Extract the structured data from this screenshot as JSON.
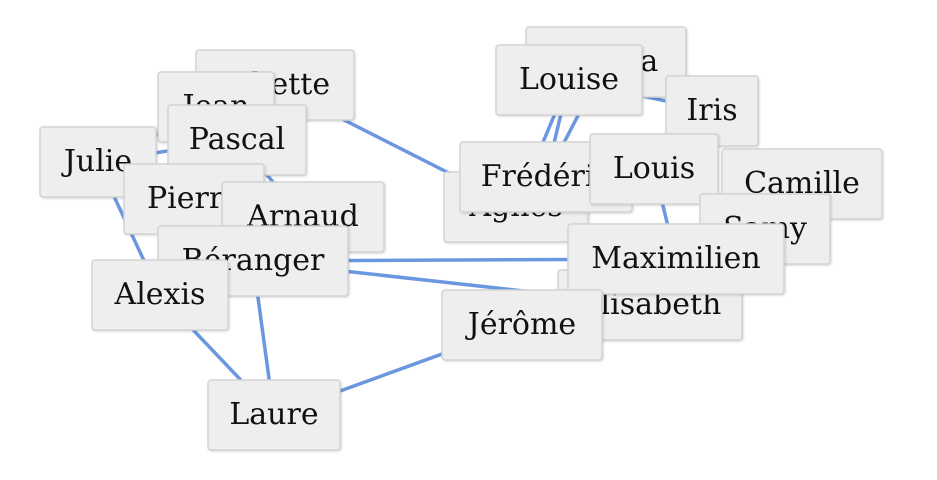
{
  "colors": {
    "edge": "#6a97e0",
    "node_fill": "#eeeeee",
    "node_stroke": "#d4d4d4"
  },
  "nodes": [
    {
      "id": "juliette",
      "label": "Juliette"
    },
    {
      "id": "jean",
      "label": "Jean"
    },
    {
      "id": "julie",
      "label": "Julie"
    },
    {
      "id": "pascal",
      "label": "Pascal"
    },
    {
      "id": "pierre",
      "label": "Pierre"
    },
    {
      "id": "arnaud",
      "label": "Arnaud"
    },
    {
      "id": "beranger",
      "label": "Béranger"
    },
    {
      "id": "alexis",
      "label": "Alexis"
    },
    {
      "id": "laure",
      "label": "Laure"
    },
    {
      "id": "agnes",
      "label": "Agnès"
    },
    {
      "id": "sophia",
      "label": "Sophia"
    },
    {
      "id": "louise",
      "label": "Louise"
    },
    {
      "id": "iris",
      "label": "Iris"
    },
    {
      "id": "frederic",
      "label": "Frédéric"
    },
    {
      "id": "louis",
      "label": "Louis"
    },
    {
      "id": "camille",
      "label": "Camille"
    },
    {
      "id": "samy",
      "label": "Samy"
    },
    {
      "id": "elisabeth",
      "label": "Élisabeth"
    },
    {
      "id": "maximilien",
      "label": "Maximilien"
    },
    {
      "id": "jerome",
      "label": "Jérôme"
    }
  ],
  "edges": [
    [
      "julie",
      "pascal"
    ],
    [
      "julie",
      "alexis"
    ],
    [
      "julie",
      "jean"
    ],
    [
      "jean",
      "pierre"
    ],
    [
      "pascal",
      "pierre"
    ],
    [
      "pascal",
      "arnaud"
    ],
    [
      "juliette",
      "agnes"
    ],
    [
      "pierre",
      "beranger"
    ],
    [
      "beranger",
      "laure"
    ],
    [
      "alexis",
      "laure"
    ],
    [
      "beranger",
      "maximilien"
    ],
    [
      "beranger",
      "elisabeth"
    ],
    [
      "laure",
      "jerome"
    ],
    [
      "louise",
      "frederic"
    ],
    [
      "louise",
      "agnes"
    ],
    [
      "sophia",
      "frederic"
    ],
    [
      "louise",
      "iris"
    ],
    [
      "louis",
      "iris"
    ],
    [
      "louis",
      "samy"
    ],
    [
      "louis",
      "maximilien"
    ],
    [
      "camille",
      "samy"
    ],
    [
      "frederic",
      "louis"
    ]
  ]
}
